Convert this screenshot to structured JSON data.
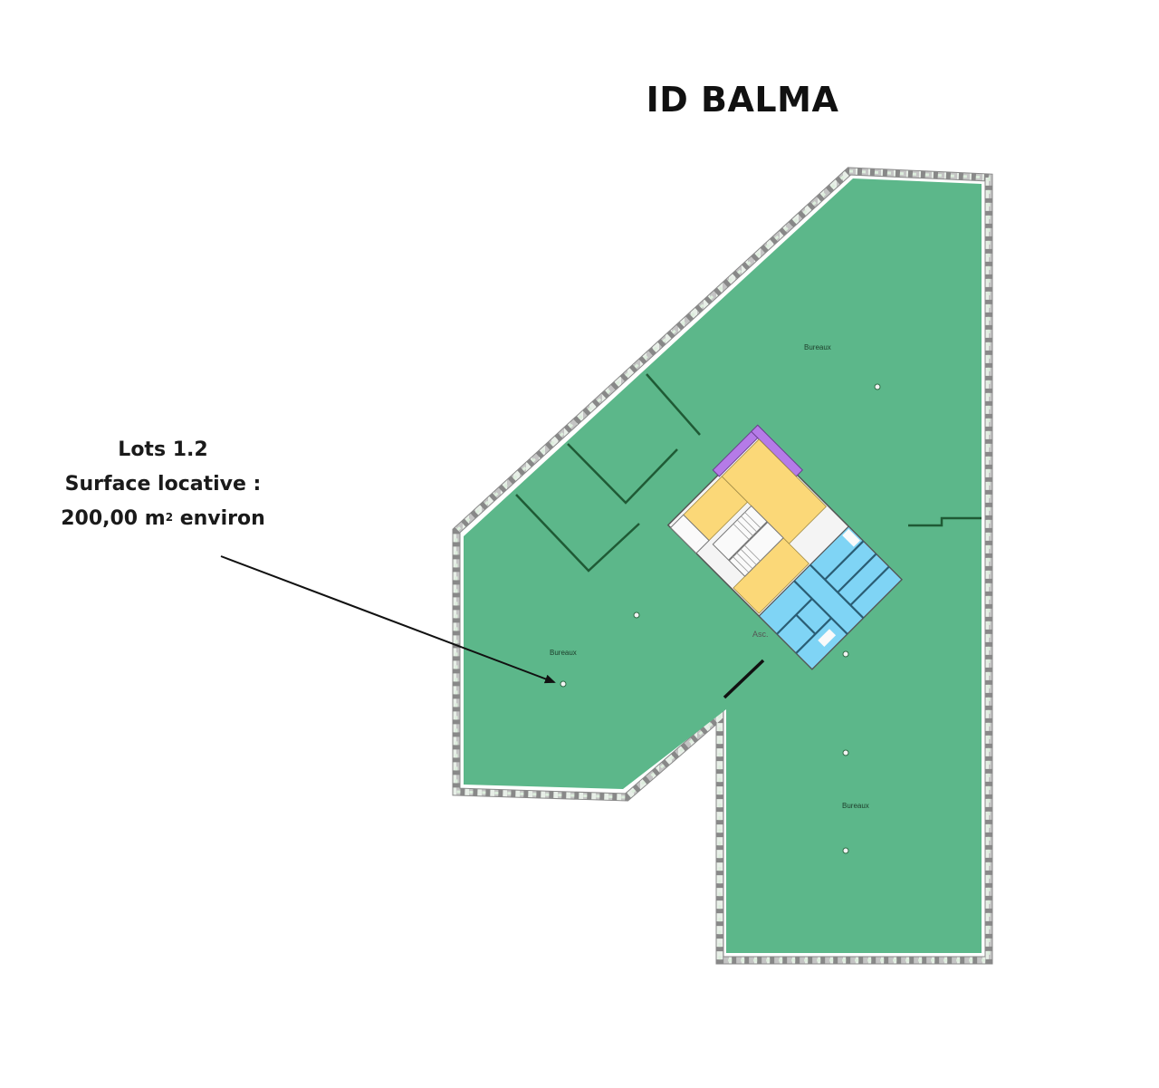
{
  "title": "ID BALMA",
  "callout": {
    "line1": "Lots 1.2",
    "line2": "Surface locative :",
    "line3_value": "200,00 m",
    "line3_sup": "2",
    "line3_suffix": " environ"
  },
  "rooms": {
    "bureaux_top": "Bureaux",
    "bureaux_left": "Bureaux",
    "bureaux_bottom": "Bureaux",
    "elevator": "Asc."
  },
  "colors": {
    "office_green": "#5cb78a",
    "partition_dark": "#1f5a35",
    "circulation_yellow": "#fbd878",
    "sanitary_blue": "#7fd4f5",
    "technical_purple": "#b57be8",
    "stair_white": "#f4f4f4",
    "facade_grey": "#c9c9c9",
    "arrow_black": "#111111"
  }
}
